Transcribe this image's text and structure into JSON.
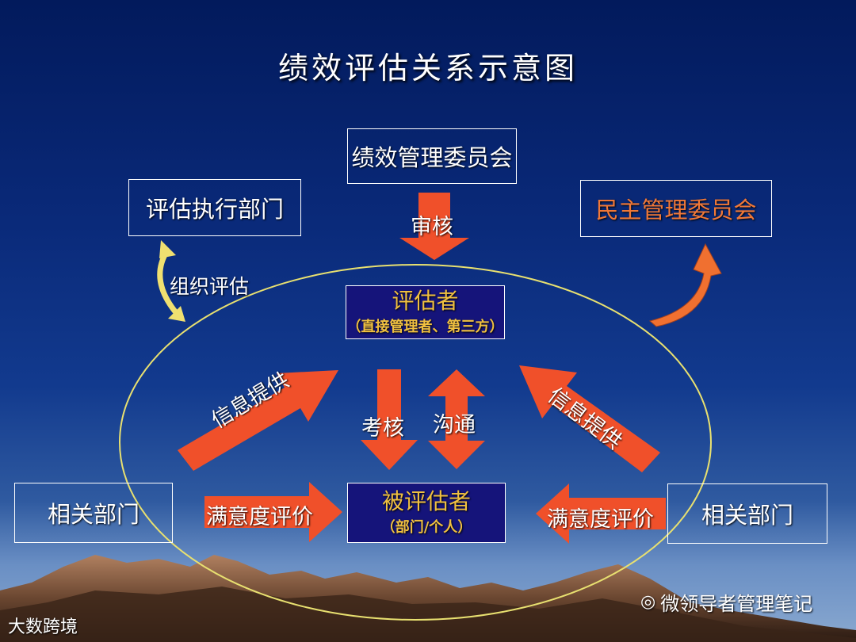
{
  "title": "绩效评估关系示意图",
  "nodes": {
    "committee": "绩效管理委员会",
    "exec_dept": "评估执行部门",
    "democratic_committee": "民主管理委员会",
    "evaluator": "评估者",
    "evaluator_note": "（直接管理者、第三方）",
    "evaluatee": "被评估者",
    "evaluatee_note": "（部门/个人）",
    "related_left": "相关部门",
    "related_right": "相关部门"
  },
  "edges": {
    "review": "审核",
    "organize": "组织评估",
    "info_left": "信息提供",
    "info_right": "信息提供",
    "assess": "考核",
    "communicate": "沟通",
    "satisfaction_left": "满意度评价",
    "satisfaction_right": "满意度评价"
  },
  "watermarks": {
    "left": "大数跨境",
    "right": "微领导者管理笔记"
  },
  "colors": {
    "arrow": "#f0502a",
    "ellipse": "#e8e070",
    "highlight_text": "#f07838",
    "dark_box": "#15147a"
  }
}
